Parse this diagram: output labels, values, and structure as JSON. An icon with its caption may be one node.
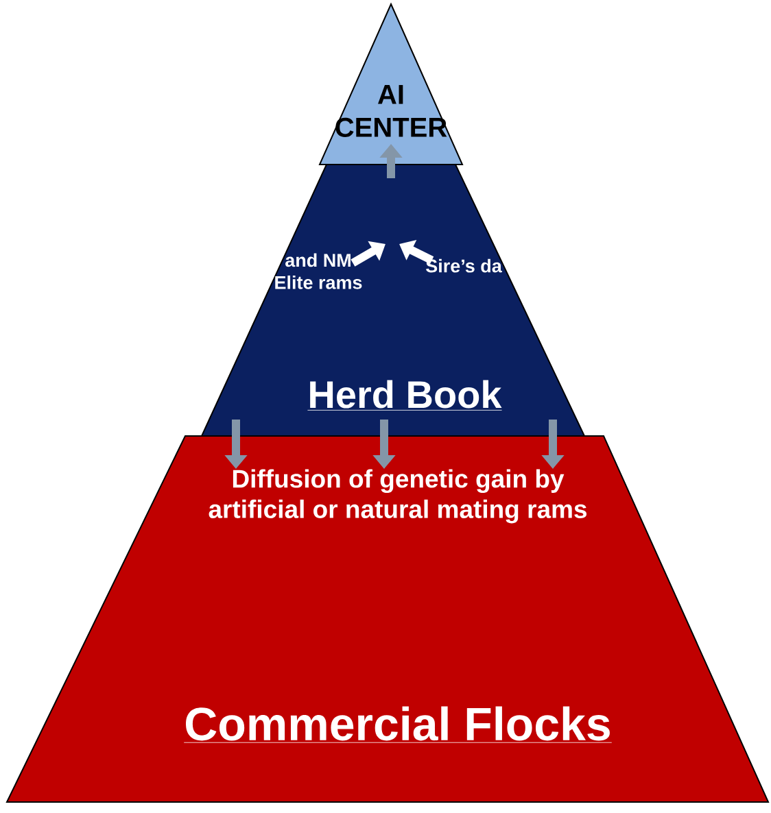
{
  "diagram": {
    "nodes": [
      {
        "text": [
          "AI CENTER"
        ]
      },
      {
        "text": [
          "Herd Book"
        ]
      },
      {
        "text": [
          "and NM Elite rams"
        ],
        "in": 1
      },
      {
        "text": [
          "Sire’s da"
        ],
        "in": 1
      },
      {
        "text": [
          "Diffusion of genetic gain by artificial or natural mating rams",
          "Commercial Flocks"
        ]
      }
    ],
    "edges": [
      {
        "from": 1,
        "to": 0,
        "arrow": "to"
      },
      {
        "from": 2,
        "to": null,
        "arrow": "to",
        "color": "#ffffff"
      },
      {
        "from": 3,
        "to": null,
        "arrow": "to",
        "color": "#ffffff"
      },
      {
        "from": 1,
        "to": 4,
        "arrow": "to"
      },
      {
        "from": 1,
        "to": 4,
        "arrow": "to"
      },
      {
        "from": 1,
        "to": 4,
        "arrow": "to"
      }
    ]
  }
}
